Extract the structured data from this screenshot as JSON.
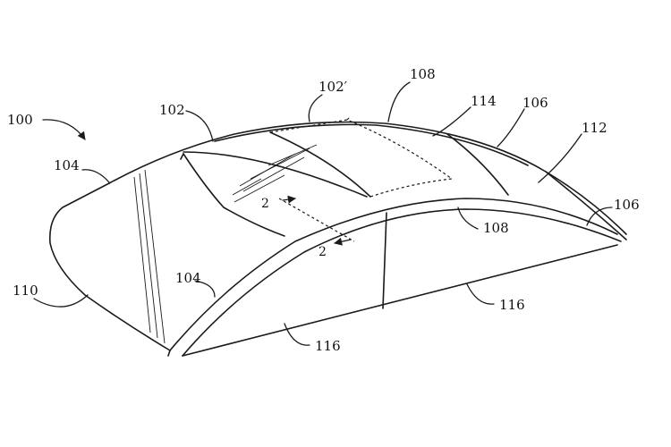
{
  "colors": {
    "line": "#1a1a1a",
    "background": "#ffffff"
  },
  "labels": {
    "r100": "100",
    "r102": "102",
    "r102p": "102′",
    "r104_left": "104",
    "r104_front": "104",
    "r106_top": "106",
    "r106_right": "106",
    "r108_top": "108",
    "r108_mid": "108",
    "r110": "110",
    "r112": "112",
    "r114": "114",
    "r116_left": "116",
    "r116_right": "116",
    "section_a": "2",
    "section_b": "2"
  }
}
